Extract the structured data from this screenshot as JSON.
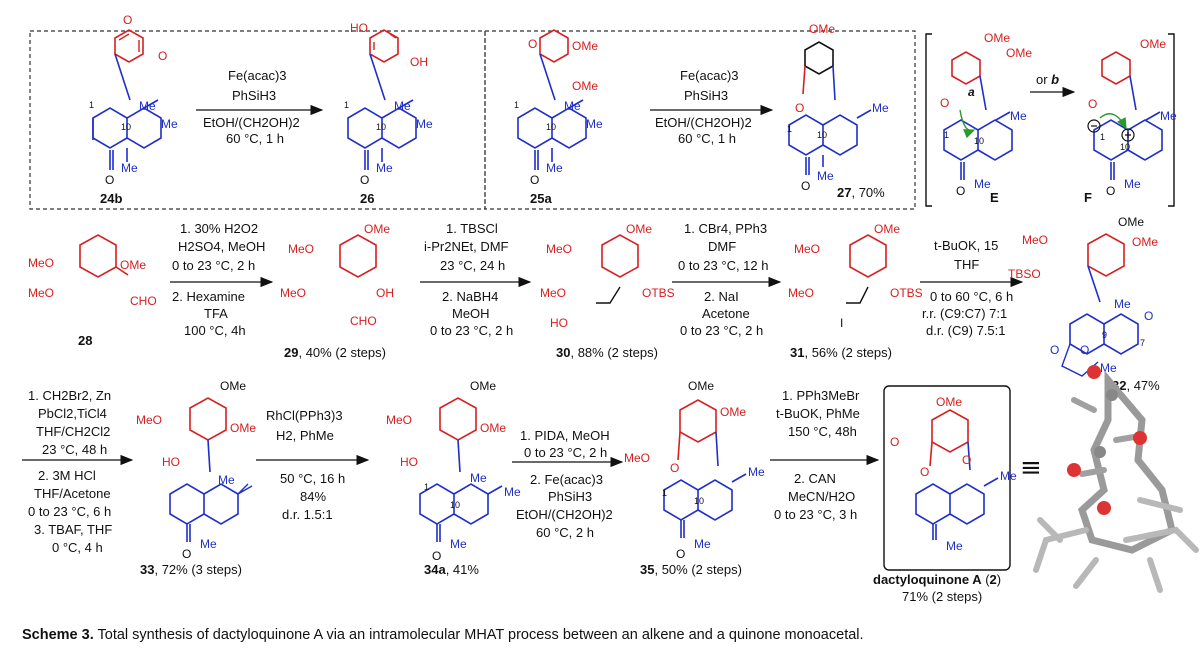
{
  "caption": {
    "label": "Scheme 3.",
    "text": " Total synthesis of dactyloquinone A via an intramolecular MHAT process between an alkene and a quinone monoacetal."
  },
  "colors": {
    "red": "#d62020",
    "blue": "#1f2fc8",
    "green": "#2a9a2a",
    "black": "#111111"
  },
  "row1": {
    "s24b": {
      "label": "24b",
      "atoms": [
        "O",
        "O",
        "O",
        "Me",
        "Me",
        "Me",
        "1",
        "10"
      ]
    },
    "arrow1": {
      "l1": "Fe(acac)3",
      "l2": "PhSiH3",
      "l3": "EtOH/(CH2OH)2",
      "l4": "60 °C, 1 h"
    },
    "s26": {
      "label": "26",
      "atoms": [
        "HO",
        "OH",
        "O",
        "Me",
        "Me",
        "Me",
        "1",
        "10"
      ]
    },
    "s25a": {
      "label": "25a",
      "atoms": [
        "O",
        "OMe",
        "OMe",
        "O",
        "Me",
        "Me",
        "Me",
        "1",
        "10"
      ]
    },
    "arrow2": {
      "l1": "Fe(acac)3",
      "l2": "PhSiH3",
      "l3": "EtOH/(CH2OH)2",
      "l4": "60 °C, 1 h"
    },
    "s27": {
      "label": "27",
      "yield": ", 70%",
      "atoms": [
        "OMe",
        "O",
        "O",
        "Me",
        "Me",
        "1",
        "10"
      ]
    },
    "sE": {
      "label": "E",
      "atoms": [
        "OMe",
        "OMe",
        "O",
        "O",
        "Me",
        "Me",
        "a",
        "1",
        "10"
      ]
    },
    "arrowEF": {
      "l1": "or ",
      "l2": "b"
    },
    "sF": {
      "label": "F",
      "atoms": [
        "OMe",
        "O",
        "O",
        "Me",
        "Me",
        "1",
        "10"
      ]
    }
  },
  "row2": {
    "s28": {
      "label": "28",
      "atoms": [
        "MeO",
        "OMe",
        "MeO",
        "CHO"
      ]
    },
    "arrow3": {
      "l1": "1. 30% H2O2",
      "l2": "H2SO4, MeOH",
      "l3": "0 to 23 °C, 2 h",
      "l4": "2. Hexamine",
      "l5": "TFA",
      "l6": "100 °C, 4h"
    },
    "s29": {
      "label": "29",
      "yield": ", 40% (2 steps)",
      "atoms": [
        "MeO",
        "OMe",
        "MeO",
        "OH",
        "CHO"
      ]
    },
    "arrow4": {
      "l1": "1. TBSCl",
      "l2": "i-Pr2NEt, DMF",
      "l3": "23 °C, 24 h",
      "l4": "2. NaBH4",
      "l5": "MeOH",
      "l6": "0 to 23 °C, 2 h"
    },
    "s30": {
      "label": "30",
      "yield": ", 88% (2 steps)",
      "atoms": [
        "MeO",
        "OMe",
        "MeO",
        "OTBS",
        "HO"
      ]
    },
    "arrow5": {
      "l1": "1. CBr4, PPh3",
      "l2": "DMF",
      "l3": "0 to 23 °C, 12 h",
      "l4": "2. NaI",
      "l5": "Acetone",
      "l6": "0 to 23 °C, 2 h"
    },
    "s31": {
      "label": "31",
      "yield": ", 56% (2 steps)",
      "atoms": [
        "MeO",
        "OMe",
        "MeO",
        "OTBS",
        "I"
      ]
    },
    "arrow6": {
      "l1": "t-BuOK, 15",
      "l2": "THF",
      "l3": "0 to 60 °C, 6 h",
      "l4": "r.r. (C9:C7) 7:1",
      "l5": "d.r. (C9) 7.5:1"
    },
    "s32": {
      "label": "32",
      "yield": ", 47%",
      "atoms": [
        "OMe",
        "MeO",
        "OMe",
        "TBSO",
        "Me",
        "O",
        "9",
        "7",
        "O",
        "O",
        "Me"
      ]
    }
  },
  "row3": {
    "arrow7": {
      "l1": "1. CH2Br2, Zn",
      "l2": "PbCl2,TiCl4",
      "l3": "THF/CH2Cl2",
      "l4": "23 °C, 48 h",
      "l5": "2. 3M HCl",
      "l6": "THF/Acetone",
      "l7": "0 to 23 °C, 6 h",
      "l8": "3. TBAF, THF",
      "l9": "0 °C, 4 h"
    },
    "s33": {
      "label": "33",
      "yield": ", 72% (3 steps)",
      "atoms": [
        "OMe",
        "MeO",
        "OMe",
        "HO",
        "Me",
        "O",
        "Me"
      ]
    },
    "arrow8": {
      "l1": "RhCl(PPh3)3",
      "l2": "H2, PhMe",
      "l3": "50 °C, 16 h",
      "l4": "84%",
      "l5": "d.r. 1.5:1"
    },
    "s34a": {
      "label": "34a",
      "yield": ", 41%",
      "atoms": [
        "OMe",
        "MeO",
        "OMe",
        "HO",
        "Me",
        "Me",
        "Me",
        "O",
        "1",
        "10"
      ]
    },
    "arrow9": {
      "l1": "1. PIDA, MeOH",
      "l2": "0 to 23 °C, 2 h",
      "l3": "2. Fe(acac)3",
      "l4": "PhSiH3",
      "l5": "EtOH/(CH2OH)2",
      "l6": "60 °C, 2 h"
    },
    "s35": {
      "label": "35",
      "yield": ", 50% (2 steps)",
      "atoms": [
        "OMe",
        "OMe",
        "MeO",
        "O",
        "Me",
        "Me",
        "O",
        "1",
        "10"
      ]
    },
    "arrow10": {
      "l1": "1. PPh3MeBr",
      "l2": "t-BuOK, PhMe",
      "l3": "150 °C, 48h",
      "l4": "2. CAN",
      "l5": "MeCN/H2O",
      "l6": "0 to 23 °C, 3 h"
    },
    "s2": {
      "name": "dactyloquinone A",
      "num": "2",
      "yield": "71% (2 steps)",
      "atoms": [
        "OMe",
        "O",
        "O",
        "O",
        "Me",
        "Me"
      ]
    },
    "equiv": "≡"
  }
}
